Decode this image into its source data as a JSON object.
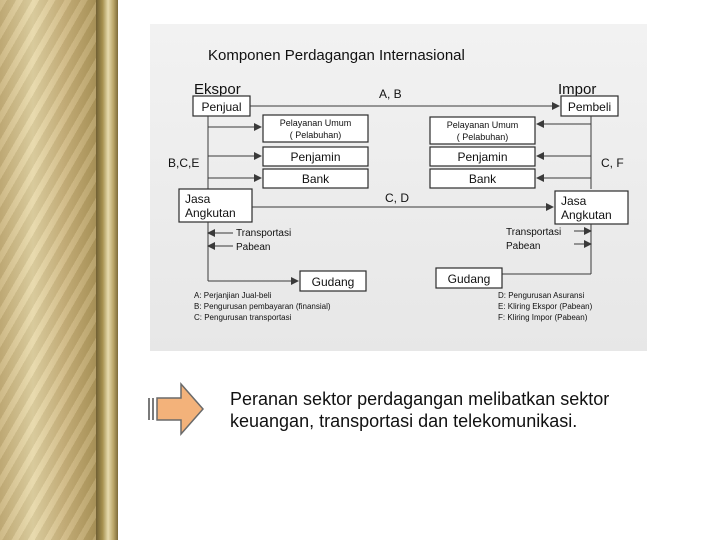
{
  "diagram": {
    "title": "Komponen Perdagangan Internasional",
    "left_header": "Ekspor",
    "right_header": "Impor",
    "top_middle_label": "A, B",
    "mid_middle_label": "C, D",
    "left_side_label": "B,C,E",
    "right_side_label": "C, F",
    "left": {
      "seller": "Penjual",
      "service_line1": "Pelayanan Umum",
      "service_line2": "( Pelabuhan)",
      "guarantor": "Penjamin",
      "bank": "Bank",
      "carrier_line1": "Jasa",
      "carrier_line2": "Angkutan",
      "transport": "Transportasi",
      "customs": "Pabean",
      "warehouse": "Gudang"
    },
    "right": {
      "buyer": "Pembeli",
      "service_line1": "Pelayanan Umum",
      "service_line2": "( Pelabuhan)",
      "guarantor": "Penjamin",
      "bank": "Bank",
      "carrier_line1": "Jasa",
      "carrier_line2": "Angkutan",
      "transport": "Transportasi",
      "customs": "Pabean",
      "warehouse": "Gudang"
    },
    "legend_left": [
      "A: Perjanjian Jual-beli",
      "B: Pengurusan pembayaran (finansial)",
      "C: Pengurusan transportasi"
    ],
    "legend_right": [
      "D: Pengurusan Asuransi",
      "E: Kliring Ekspor (Pabean)",
      "F: Kliring Impor (Pabean)"
    ]
  },
  "caption": "Peranan sektor perdagangan melibatkan sektor keuangan, transportasi dan telekomunikasi.",
  "icons": {
    "bullet": "right-arrow-icon"
  },
  "colors": {
    "arrow_fill": "#f3b27a",
    "frame_bg": "#ececec",
    "side_bar": "#c9b27a"
  }
}
